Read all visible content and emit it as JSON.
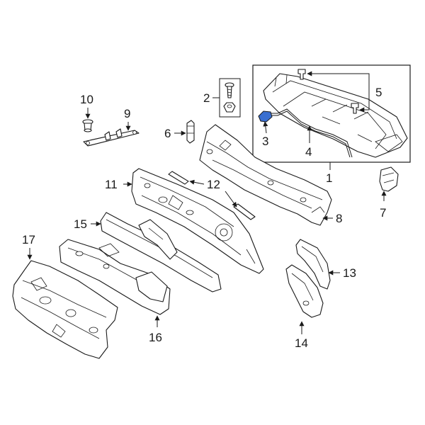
{
  "callouts": {
    "c1": "1",
    "c2": "2",
    "c3": "3",
    "c4": "4",
    "c5": "5",
    "c6": "6",
    "c7": "7",
    "c8": "8",
    "c9": "9",
    "c10": "10",
    "c11": "11",
    "c12": "12",
    "c13": "13",
    "c14": "14",
    "c15": "15",
    "c16": "16",
    "c17": "17"
  },
  "colors": {
    "line": "#1a1a1a",
    "highlight": "#3a6fd0",
    "background": "#ffffff"
  }
}
